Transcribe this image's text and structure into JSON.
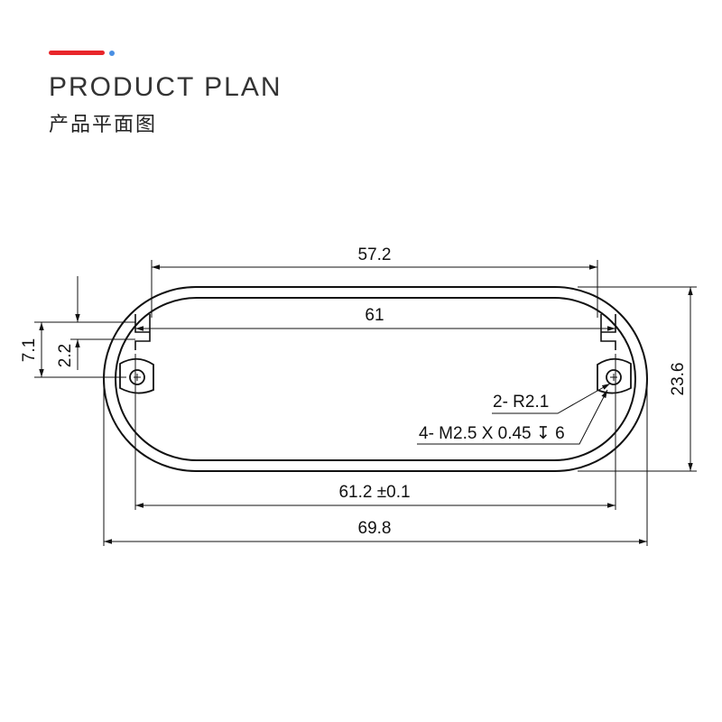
{
  "header": {
    "title_en": "PRODUCT PLAN",
    "title_cn": "产品平面图",
    "accent_colors": {
      "bar": "#e8262b",
      "dot": "#4a8fe3"
    }
  },
  "drawing": {
    "dimensions": {
      "top_width": "57.2",
      "inner_width": "61",
      "overall_height": "23.6",
      "left_height": "7.1",
      "left_small": "2.2",
      "hole_spacing": "61.2 ±0.1",
      "overall_width": "69.8"
    },
    "callouts": {
      "radius": "2- R2.1",
      "thread": "4- M2.5 X 0.45 ↧ 6"
    }
  }
}
